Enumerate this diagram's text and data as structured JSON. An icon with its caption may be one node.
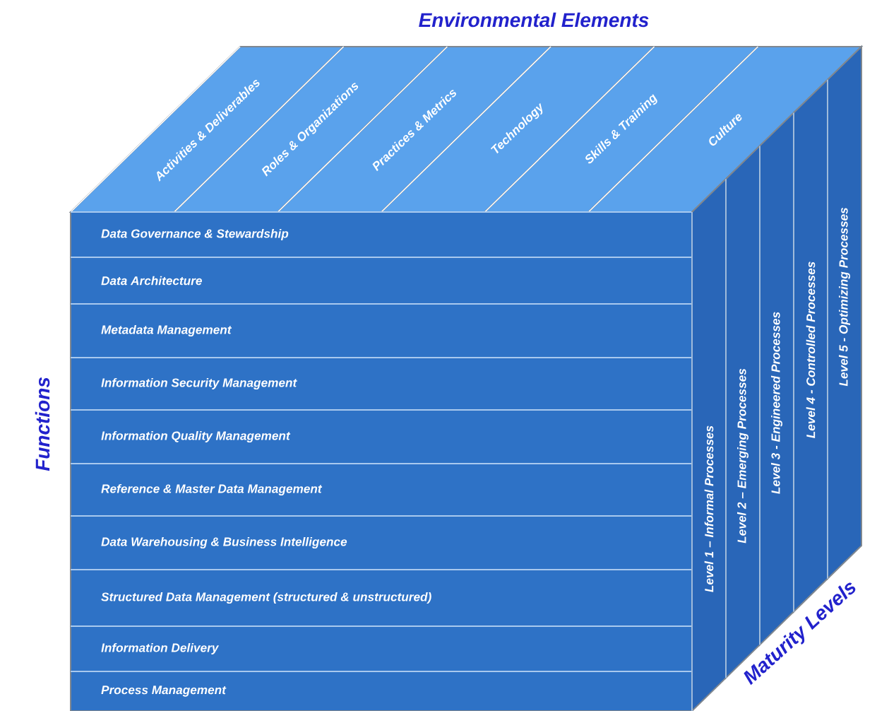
{
  "diagram": {
    "nodes": [
      {
        "text": [
          "Activities & Deliverables"
        ]
      },
      {
        "text": [
          "Roles & Organizations"
        ]
      },
      {
        "text": [
          "Practices & Metrics"
        ]
      },
      {
        "text": [
          "Technology"
        ]
      },
      {
        "text": [
          "Skills & Training"
        ]
      },
      {
        "text": [
          "Culture"
        ]
      },
      {
        "text": [
          "Data Governance & Stewardship"
        ]
      },
      {
        "text": [
          "Data Architecture"
        ]
      },
      {
        "text": [
          "Metadata Management"
        ]
      },
      {
        "text": [
          "Information Security Management"
        ]
      },
      {
        "text": [
          "Information Quality Management"
        ]
      },
      {
        "text": [
          "Reference & Master Data  Management"
        ]
      },
      {
        "text": [
          "Data Warehousing & Business Intelligence"
        ]
      },
      {
        "text": [
          "Structured Data Management (structured & unstructured)"
        ]
      },
      {
        "text": [
          "Information Delivery"
        ]
      },
      {
        "text": [
          "Process Management"
        ]
      },
      {
        "text": [
          "Level 1 – Informal Processes"
        ]
      },
      {
        "text": [
          "Level 2 – Emerging Processes"
        ]
      },
      {
        "text": [
          "Level 3 - Engineered Processes"
        ]
      },
      {
        "text": [
          "Level 4 - Controlled Processes"
        ]
      },
      {
        "text": [
          "Level 5 - Optimizing Processes"
        ]
      }
    ],
    "labels": [
      "Environmental Elements",
      "Functions",
      "Maturity Levels"
    ]
  }
}
